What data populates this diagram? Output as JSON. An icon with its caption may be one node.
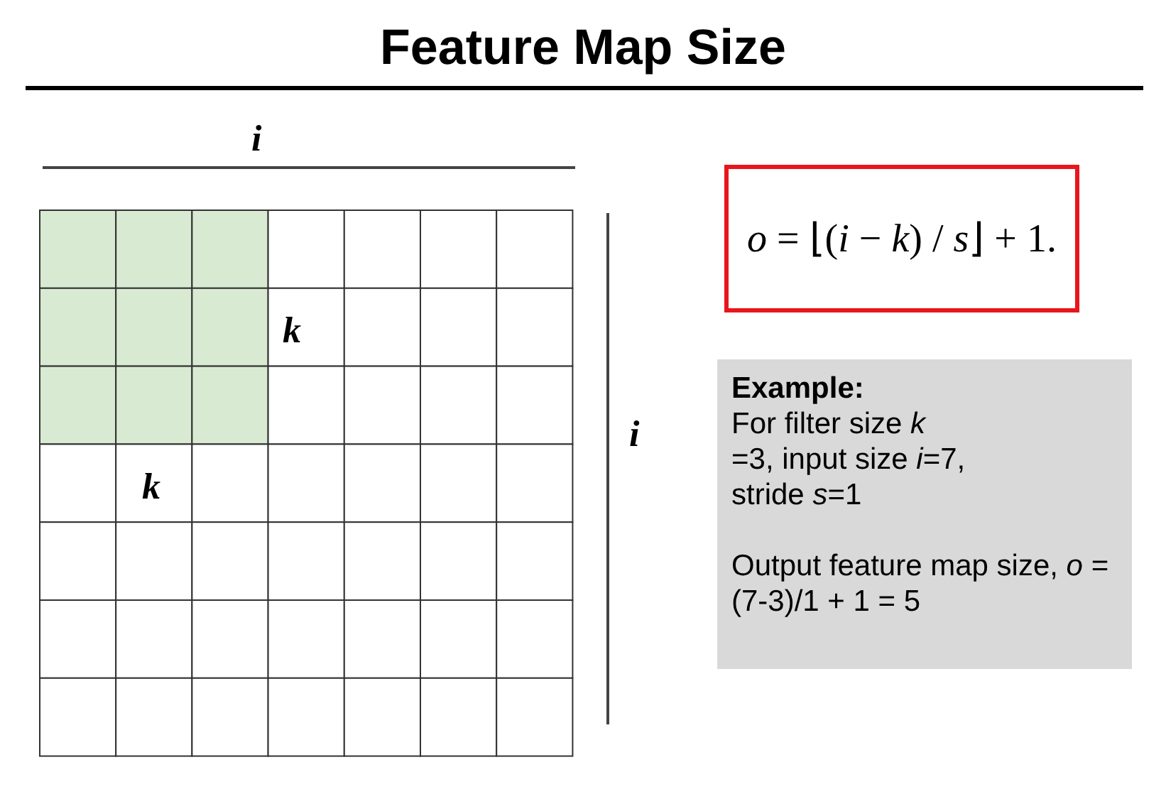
{
  "diagram": {
    "title": "Feature Map Size",
    "nodes": [
      {
        "text": [
          "*o* = ⌊(*i* − *k*) / *s*⌋ + 1."
        ]
      },
      {
        "text": [
          "Example:",
          "For filter size *k* =3, input size *i*=7, stride *s*=1",
          "Output feature map size, *o* = (7-3)/1 + 1 = 5"
        ]
      }
    ],
    "labels": [
      "i",
      "k",
      "i",
      "k"
    ]
  }
}
